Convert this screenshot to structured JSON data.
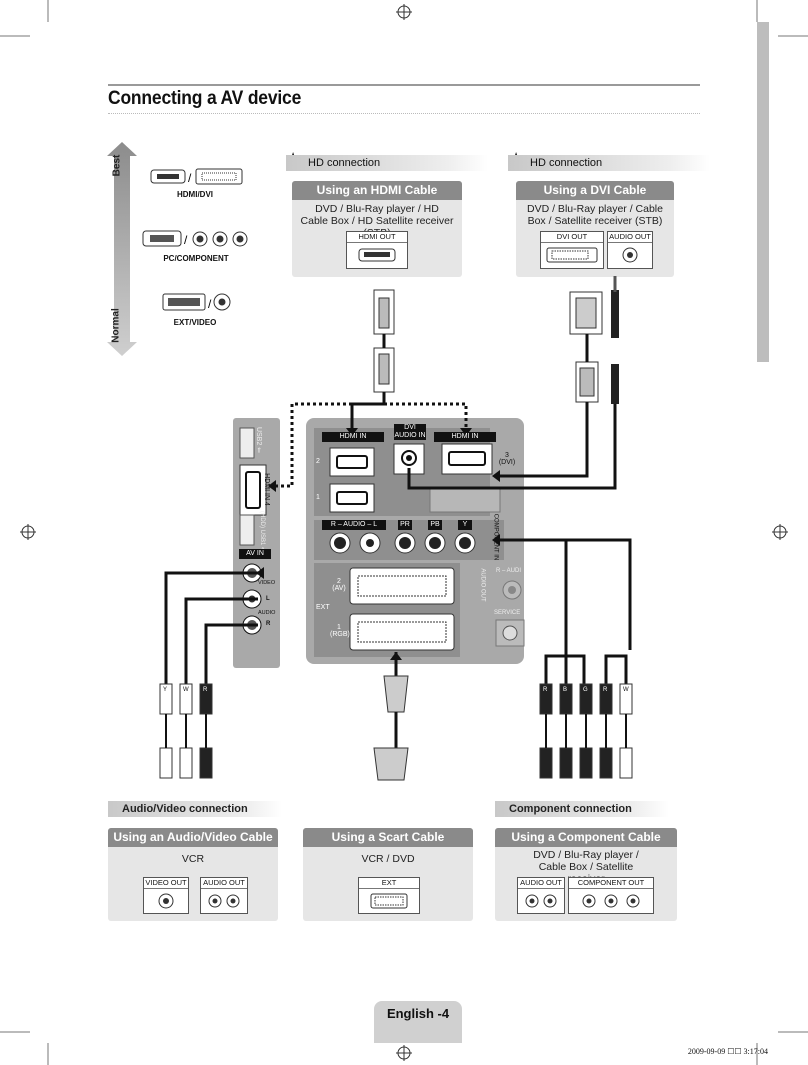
{
  "page": {
    "title": "Connecting a AV device",
    "footer": "English -4",
    "stamp": "2009-09-09   ☐☐ 3:17:04"
  },
  "legend": {
    "best": "Best",
    "normal": "Normal",
    "items": [
      "HDMI/DVI",
      "PC/COMPONENT",
      "EXT/VIDEO"
    ]
  },
  "hdmi_card": {
    "tag": "HD connection",
    "heading": "Using an HDMI Cable",
    "description": "DVD / Blu-Ray player / HD Cable Box / HD Satellite receiver (STB)",
    "port": "HDMI OUT"
  },
  "dvi_card": {
    "tag": "HD connection",
    "heading": "Using a DVI Cable",
    "description": "DVD / Blu-Ray player / Cable Box / Satellite receiver (STB)",
    "port1": "DVI OUT",
    "port2": "AUDIO OUT"
  },
  "side_panel": {
    "usb2": "USB2 ⇐",
    "hdmi4": "HDMI IN 4",
    "usb1": "(HDD) USB1 ⇐",
    "av_in": "AV IN",
    "video": "VIDEO",
    "audio": "AUDIO",
    "l": "L",
    "r": "R"
  },
  "rear_panel": {
    "hdmi_in": "HDMI IN",
    "dvi_audio_in": "DVI AUDIO IN",
    "hdmi_in3": "HDMI IN",
    "port2": "2",
    "port1": "1",
    "port3": "3 (DVI)",
    "audio_lr": "R – AUDIO – L",
    "pr": "PR",
    "pb": "PB",
    "y": "Y",
    "component_in": "COMPONENT IN",
    "ext": "EXT",
    "ext2": "2 (AV)",
    "ext1": "1 (RGB)",
    "audio_out": "AUDIO OUT",
    "service": "SERVICE",
    "r_audio": "R – AUDI"
  },
  "plugs": {
    "left": [
      "Y",
      "W",
      "R"
    ],
    "right": [
      "R",
      "B",
      "G",
      "R",
      "W"
    ]
  },
  "av_card": {
    "tag": "Audio/Video connection",
    "heading": "Using an Audio/Video Cable",
    "description": "VCR",
    "port1": "VIDEO OUT",
    "port2": "AUDIO OUT"
  },
  "scart_card": {
    "heading": "Using a Scart Cable",
    "description": "VCR / DVD",
    "port": "EXT"
  },
  "component_card": {
    "tag": "Component connection",
    "heading": "Using a Component Cable",
    "description": "DVD / Blu-Ray player / Cable Box / Satellite receiver",
    "port1": "AUDIO OUT",
    "port2": "COMPONENT OUT"
  }
}
